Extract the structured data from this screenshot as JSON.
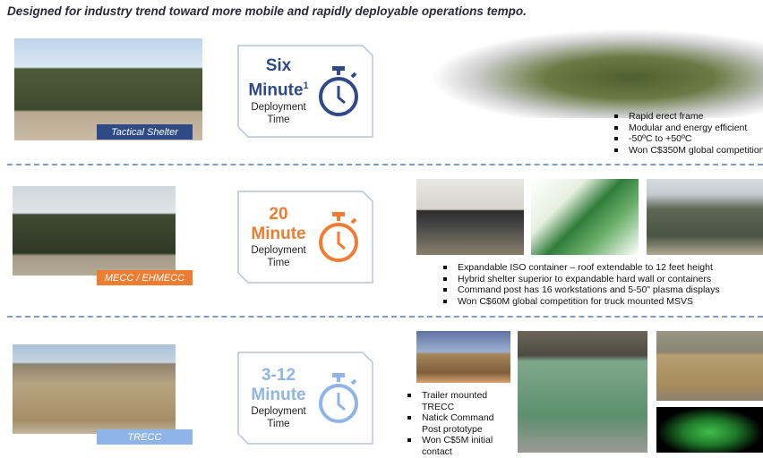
{
  "title": "Designed for industry trend toward more mobile and rapidly deployable operations tempo.",
  "rows": [
    {
      "label": "Tactical Shelter",
      "label_color": "#2e4a87",
      "time_value": "Six",
      "time_unit": "Minute",
      "footnote": "1",
      "time_caption_1": "Deployment",
      "time_caption_2": "Time",
      "accent": "#2e4a87",
      "bullets": [
        "Rapid erect frame",
        "Modular and energy efficient",
        "-50ºC to +50ºC",
        "Won C$350M global competition"
      ]
    },
    {
      "label": "MECC / EHMECC",
      "label_color": "#ed7d31",
      "time_value": "20",
      "time_unit": "Minute",
      "time_caption_1": "Deployment",
      "time_caption_2": "Time",
      "accent": "#ed7d31",
      "bullets": [
        "Expandable ISO container – roof extendable to 12 feet height",
        "Hybrid shelter superior to expandable hard wall or containers",
        "Command post has 16 workstations and 5-50\" plasma displays",
        "Won C$60M global competition for truck mounted MSVS"
      ]
    },
    {
      "label": "TRECC",
      "label_color": "#8fb4e8",
      "time_value": "3-12",
      "time_unit": "Minute",
      "time_caption_1": "Deployment",
      "time_caption_2": "Time",
      "accent": "#8fb4e8",
      "bullets": [
        "Trailer mounted TRECC",
        "Natick Command Post prototype",
        "Won C$5M initial contact"
      ]
    }
  ]
}
